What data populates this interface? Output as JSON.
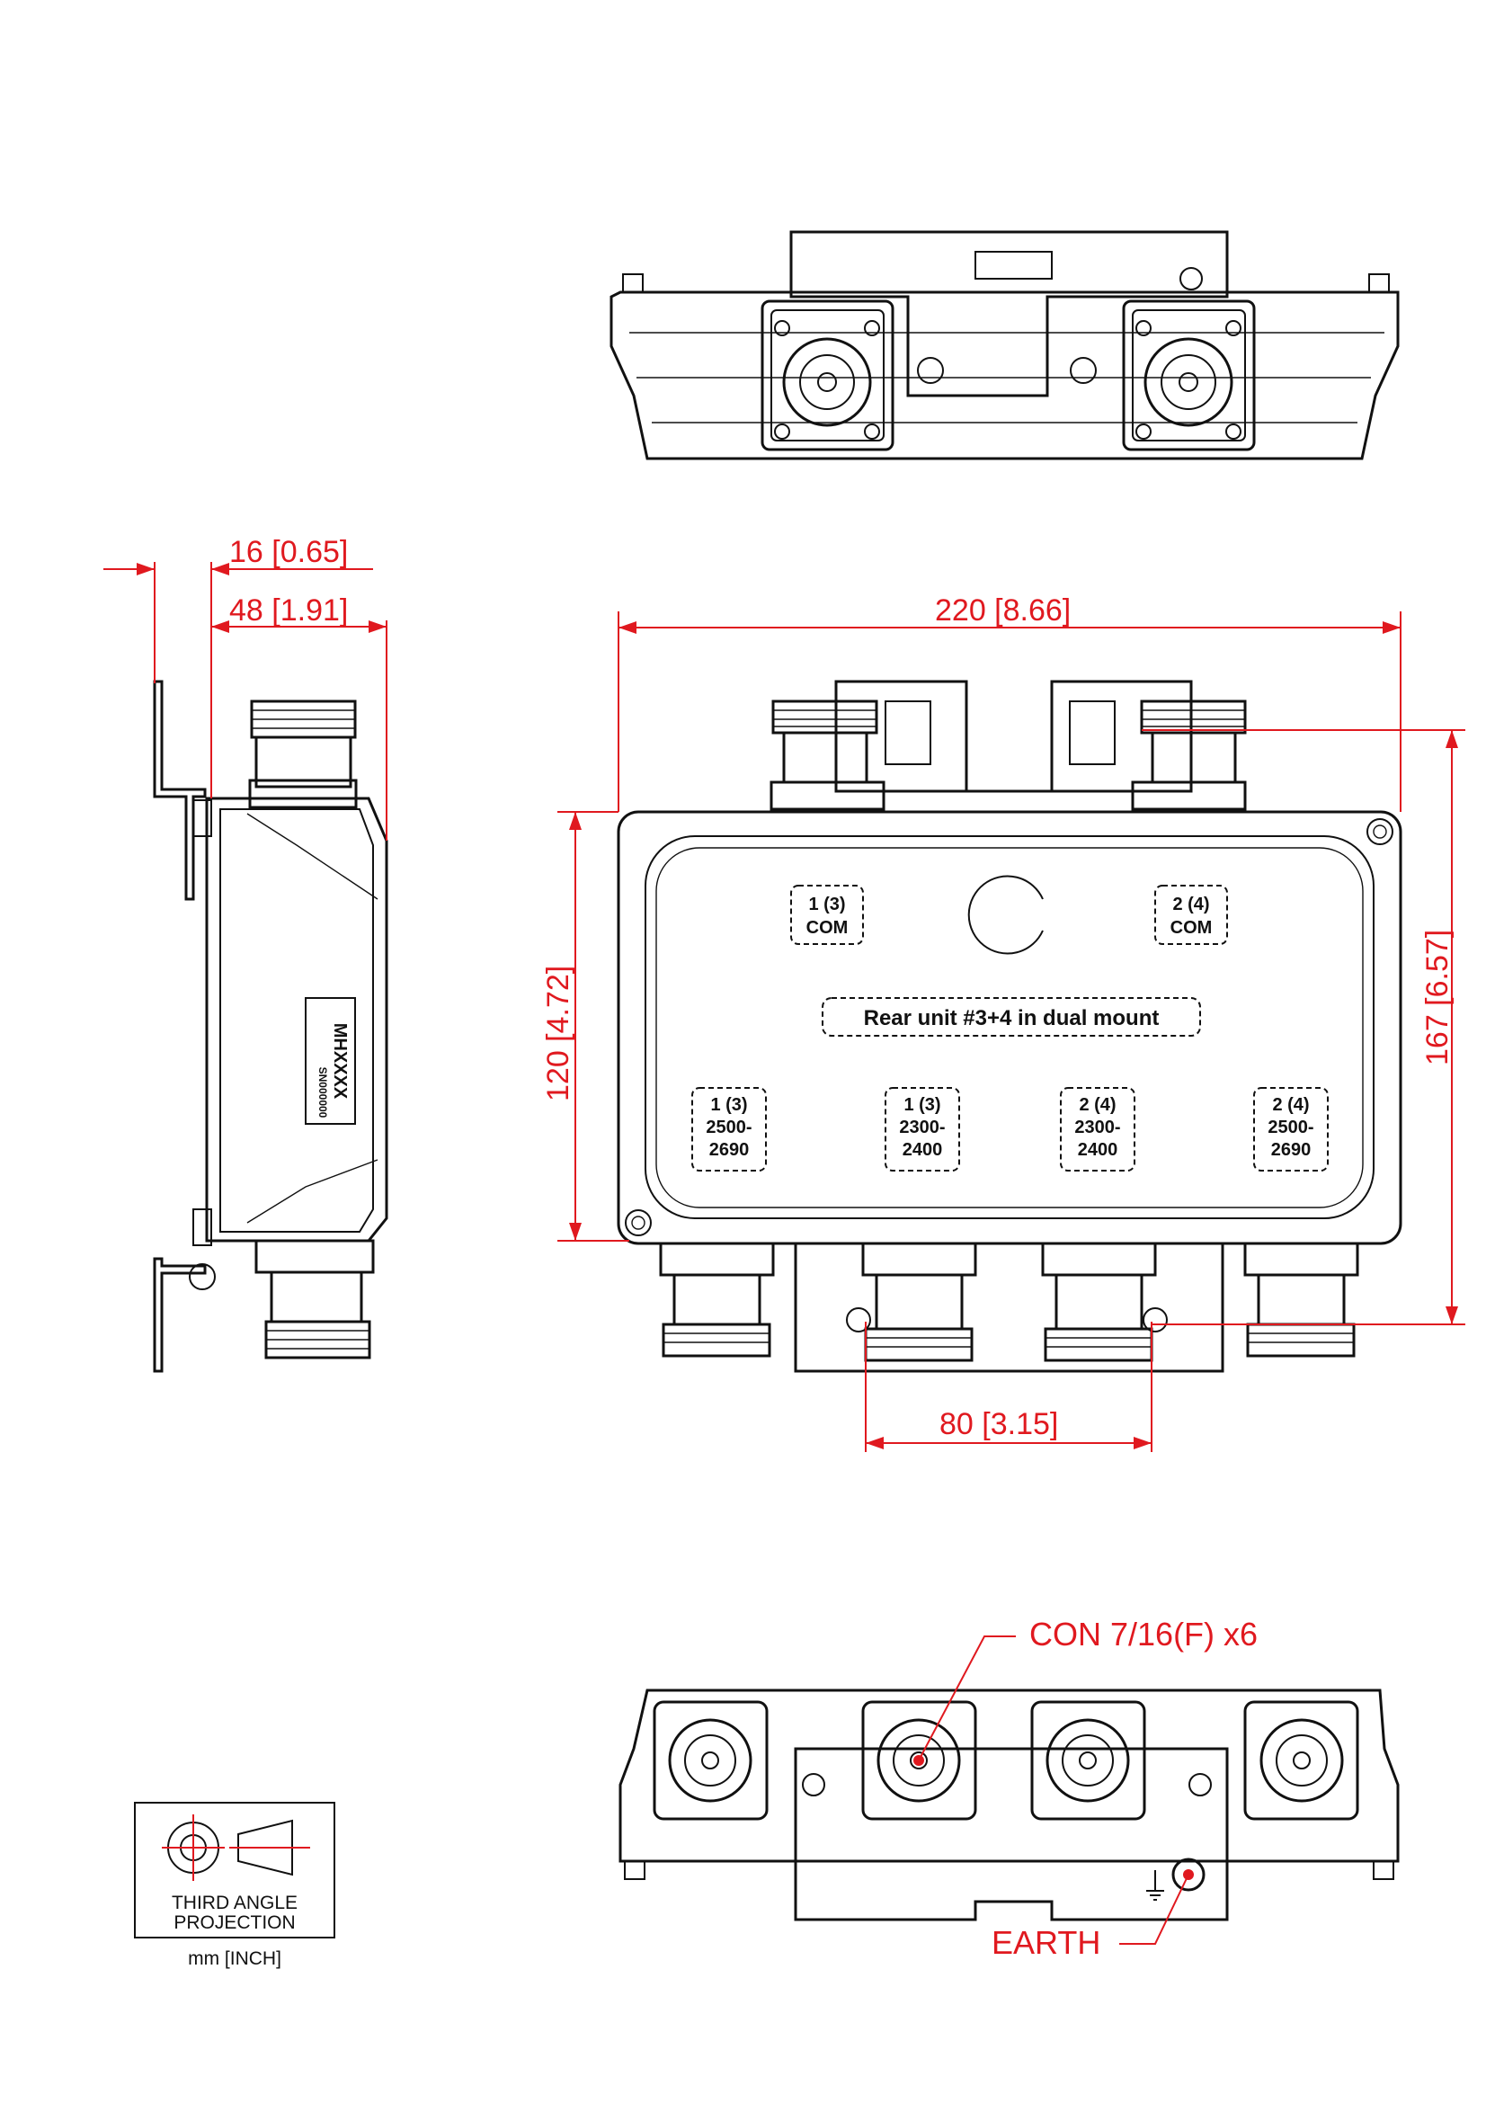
{
  "dimensions": {
    "side_offset": "16 [0.65]",
    "side_depth": "48 [1.91]",
    "width": "220 [8.66]",
    "body_height": "120 [4.72]",
    "overall_height": "167 [6.57]",
    "connector_pitch": "80 [3.15]"
  },
  "callouts": {
    "connector": "CON 7/16(F) x6",
    "earth": "EARTH"
  },
  "front_labels": {
    "com1_a": "1 (3)",
    "com1_b": "COM",
    "com2_a": "2 (4)",
    "com2_b": "COM",
    "center_label": "Rear unit #3+4 in dual mount",
    "p1_a": "1 (3)",
    "p1_b": "2500-",
    "p1_c": "2690",
    "p2_a": "1 (3)",
    "p2_b": "2300-",
    "p2_c": "2400",
    "p3_a": "2 (4)",
    "p3_b": "2300-",
    "p3_c": "2400",
    "p4_a": "2 (4)",
    "p4_b": "2500-",
    "p4_c": "2690"
  },
  "side_label": {
    "model": "MHXXXX",
    "serial": "SN000000"
  },
  "projection_box": {
    "line1": "THIRD ANGLE",
    "line2": "PROJECTION",
    "units": "mm [INCH]"
  },
  "colors": {
    "dimension": "#e0191f",
    "outline": "#111111"
  }
}
